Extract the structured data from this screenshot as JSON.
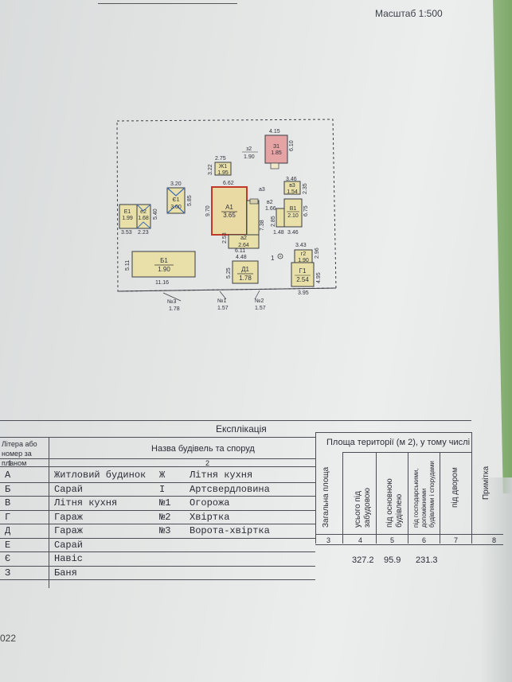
{
  "scale_label": "Масштаб 1:500",
  "plan": {
    "buildings": [
      {
        "letter": "А1",
        "area": "3.65",
        "w": "6.62",
        "h": "9.70"
      },
      {
        "letter": "Б1",
        "area": "1.90",
        "w": "11.16",
        "h": "5.11"
      },
      {
        "letter": "Є1",
        "area": "3.00",
        "w": "3.20",
        "h": "5.85"
      },
      {
        "letter": "Е1",
        "area": "1.99",
        "w": "3.53"
      },
      {
        "letter": "е2",
        "area": "1.68",
        "w": "2.23",
        "h": "5.40"
      },
      {
        "letter": "Ж1",
        "area": "1.95",
        "w": "2.75",
        "h": "3.22"
      },
      {
        "letter": "З1",
        "area": "1.85",
        "w": "4.15",
        "h": "6.10"
      },
      {
        "letter": "з2",
        "area": "1.90"
      },
      {
        "letter": "В1",
        "area": "2.10",
        "w": "3.46",
        "h": "6.75"
      },
      {
        "letter": "в2",
        "area": "1.66",
        "h": "2.85"
      },
      {
        "letter": "в3",
        "area": "1.54",
        "w": "3.46",
        "h": "2.35"
      },
      {
        "letter": "а2",
        "area": "2.64",
        "w": "6.11",
        "h": "2.53"
      },
      {
        "letter": "Д1",
        "area": "1.78",
        "w": "4.48",
        "h": "5.25"
      },
      {
        "letter": "Г1",
        "area": "2.54",
        "w": "3.95",
        "h": "4.95"
      },
      {
        "letter": "г2",
        "area": "1.90",
        "w": "3.43",
        "h": "2.96"
      }
    ],
    "extra_dims": [
      "7.38",
      "1.48"
    ],
    "a3_label": "а3",
    "point_label": "1",
    "gates": [
      {
        "name": "№3",
        "value": "1.78"
      },
      {
        "name": "№1",
        "value": "1.57"
      },
      {
        "name": "№2",
        "value": "1.57"
      }
    ]
  },
  "table": {
    "title": "Експлікація",
    "col1_header": "Літера або номер за планом",
    "col2_header": "Назва будівель та споруд",
    "area_header": "Площа території (м 2), у тому числі",
    "col_total": "Загальна площа",
    "col_built": "усього під забудовою",
    "col_main": "під основною будівлею",
    "col_aux": "під господарськими, допоміжними будівлями і спорудами",
    "col_yard": "під двором",
    "col_note": "Примітка",
    "col_nums": [
      "1",
      "2",
      "3",
      "4",
      "5",
      "6",
      "7",
      "8"
    ],
    "rows": [
      {
        "letter": "А",
        "name": "Житловий будинок",
        "letter2": "Ж",
        "name2": "Літня кухня"
      },
      {
        "letter": "Б",
        "name": "Сарай",
        "letter2": "І",
        "name2": "Артсвердловина"
      },
      {
        "letter": "В",
        "name": "Літня кухня",
        "letter2": "№1",
        "name2": "Огорожа"
      },
      {
        "letter": "Г",
        "name": "Гараж",
        "letter2": "№2",
        "name2": "Хвіртка"
      },
      {
        "letter": "Д",
        "name": "Гараж",
        "letter2": "№3",
        "name2": "Ворота-хвіртка"
      },
      {
        "letter": "Е",
        "name": "Сарай",
        "letter2": "",
        "name2": ""
      },
      {
        "letter": "Є",
        "name": "Навіс",
        "letter2": "",
        "name2": ""
      },
      {
        "letter": "З",
        "name": "Баня",
        "letter2": "",
        "name2": ""
      }
    ],
    "values": {
      "built": "327.2",
      "main": "95.9",
      "aux": "231.3"
    }
  },
  "footer_year": "022"
}
